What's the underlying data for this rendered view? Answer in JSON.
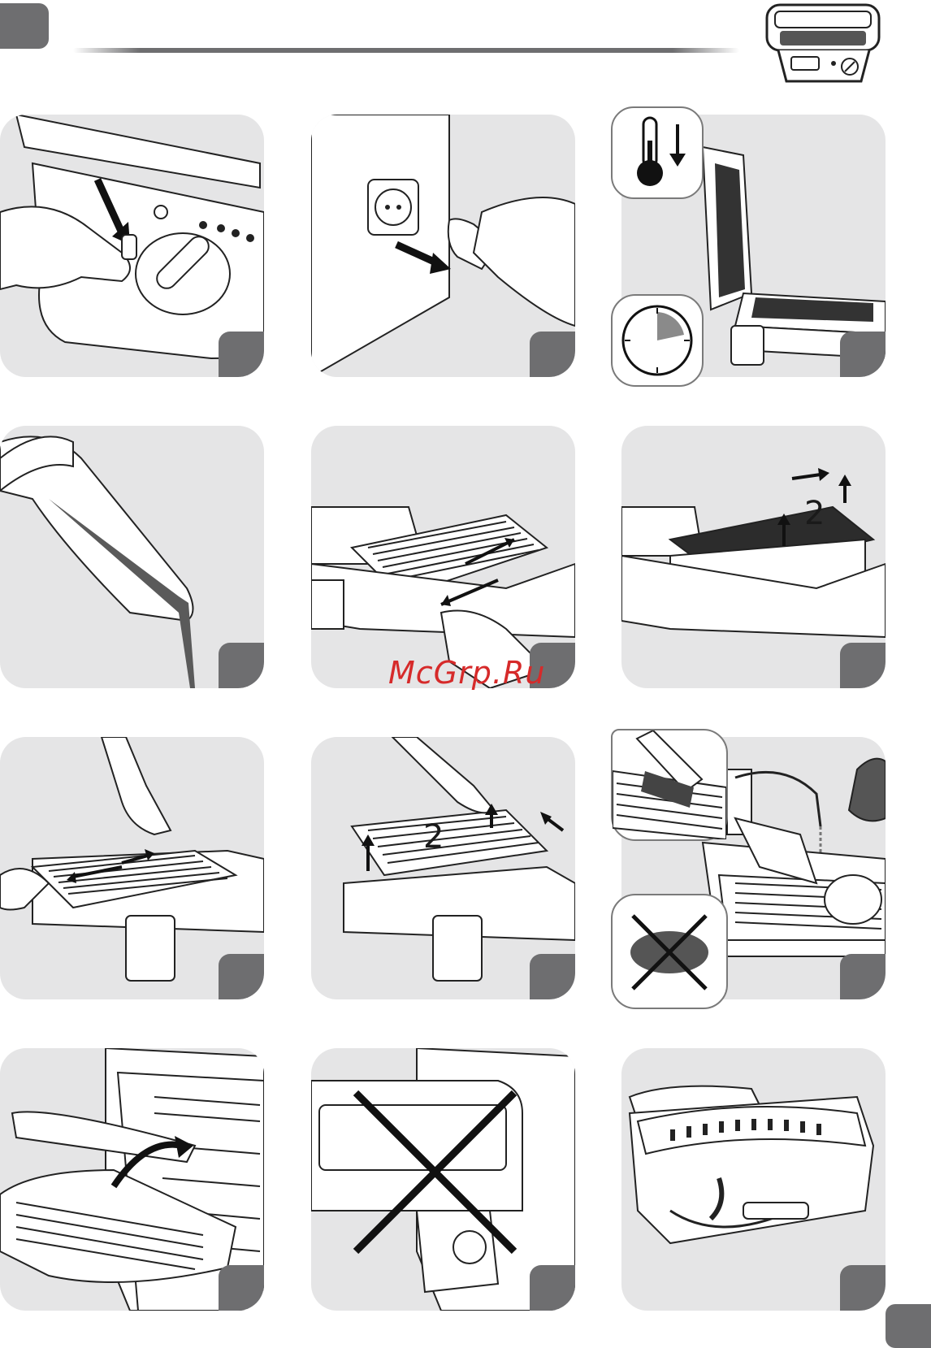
{
  "header": {
    "tab_color": "#6e6e70",
    "panel_color": "#e5e5e6"
  },
  "watermark": {
    "text": "McGrp.Ru",
    "color": "#d62a2a"
  },
  "panels": [
    {
      "name": "step-unplug-switch"
    },
    {
      "name": "step-remove-plug"
    },
    {
      "name": "step-cool-down"
    },
    {
      "name": "step-pour-fat"
    },
    {
      "name": "step-slide-plate"
    },
    {
      "name": "step-lift-plate",
      "label": "2"
    },
    {
      "name": "step-remove-lower-plate"
    },
    {
      "name": "step-lift-lower-plate",
      "label": "2"
    },
    {
      "name": "step-wash-plate"
    },
    {
      "name": "step-dishwasher"
    },
    {
      "name": "step-no-dishwasher-body"
    },
    {
      "name": "step-storage"
    }
  ],
  "icons": {
    "thermometer": "thermometer-down-icon",
    "timer": "timer-icon",
    "brush": "brush-icon",
    "no_scouring_pad": "no-scouring-pad-icon"
  }
}
